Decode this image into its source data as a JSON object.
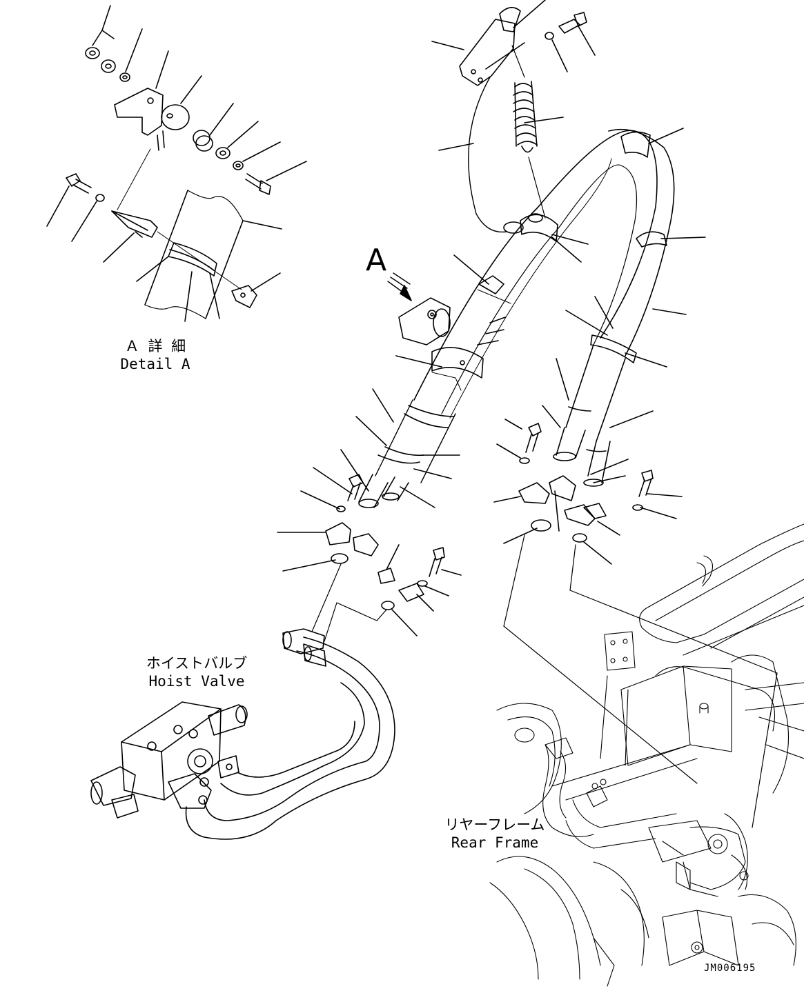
{
  "labels": {
    "view_letter": "A",
    "detail_jp": "Ａ 詳 細",
    "detail_en": "Detail A",
    "hoist_jp": "ホイストバルブ",
    "hoist_en": "Hoist Valve",
    "rear_jp": "リヤーフレーム",
    "rear_en": "Rear Frame",
    "drawing_code": "JM006195"
  },
  "colors": {
    "line": "#000000",
    "background": "#ffffff"
  }
}
